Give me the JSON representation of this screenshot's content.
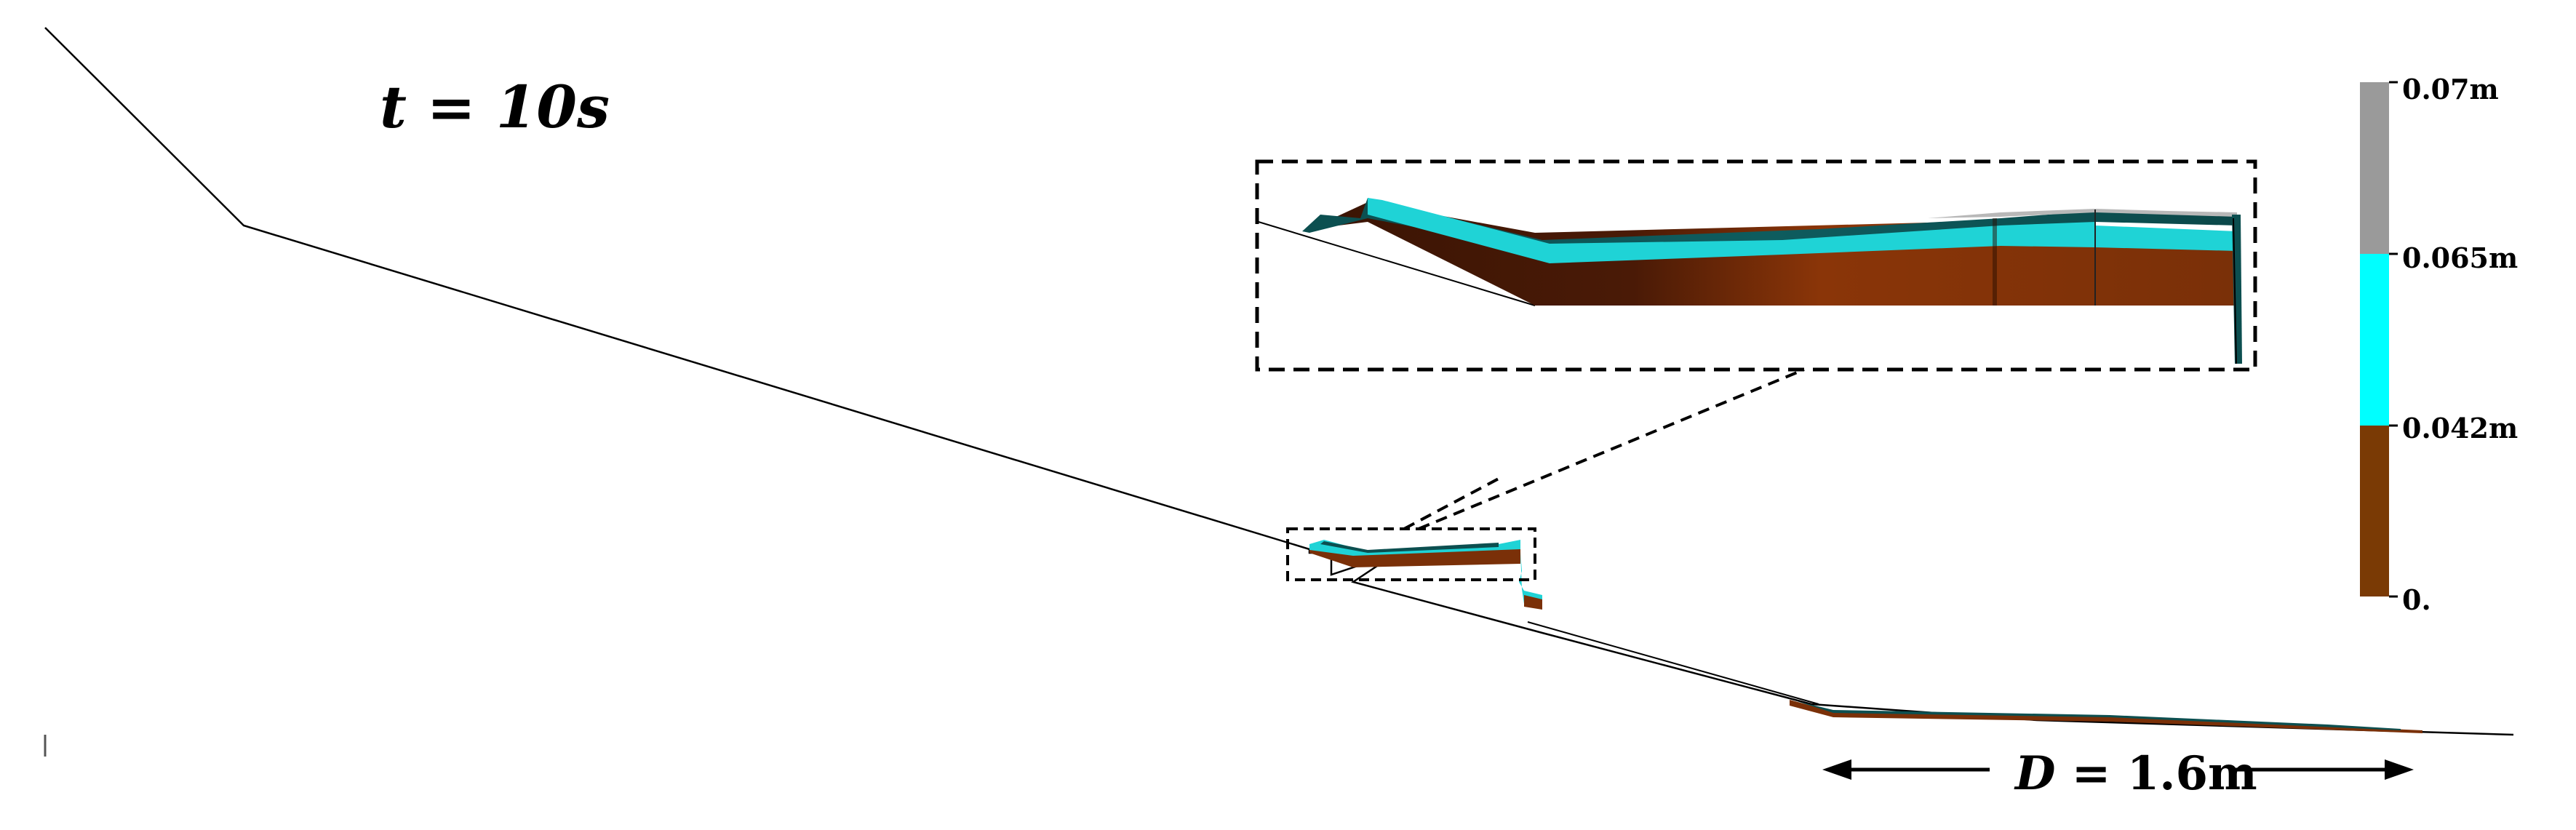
{
  "time_label": {
    "var": "t",
    "eq": " = ",
    "val": "10s"
  },
  "distance_label": {
    "var": "D",
    "eq": " = ",
    "val": "1.6m"
  },
  "legend": {
    "labels": [
      "0.07m",
      "0.065m",
      "0.042m",
      "0."
    ],
    "colors": {
      "top": "#9a9a9a",
      "mid": "#00ffff",
      "bottom": "#7a3a05"
    }
  },
  "colors": {
    "line": "#000000",
    "dark_teal": "#0c4f50",
    "cyan": "#1fd3d6",
    "brown": "#7a3008",
    "dark_brown": "#3a1404",
    "gray": "#b8b8b8"
  }
}
